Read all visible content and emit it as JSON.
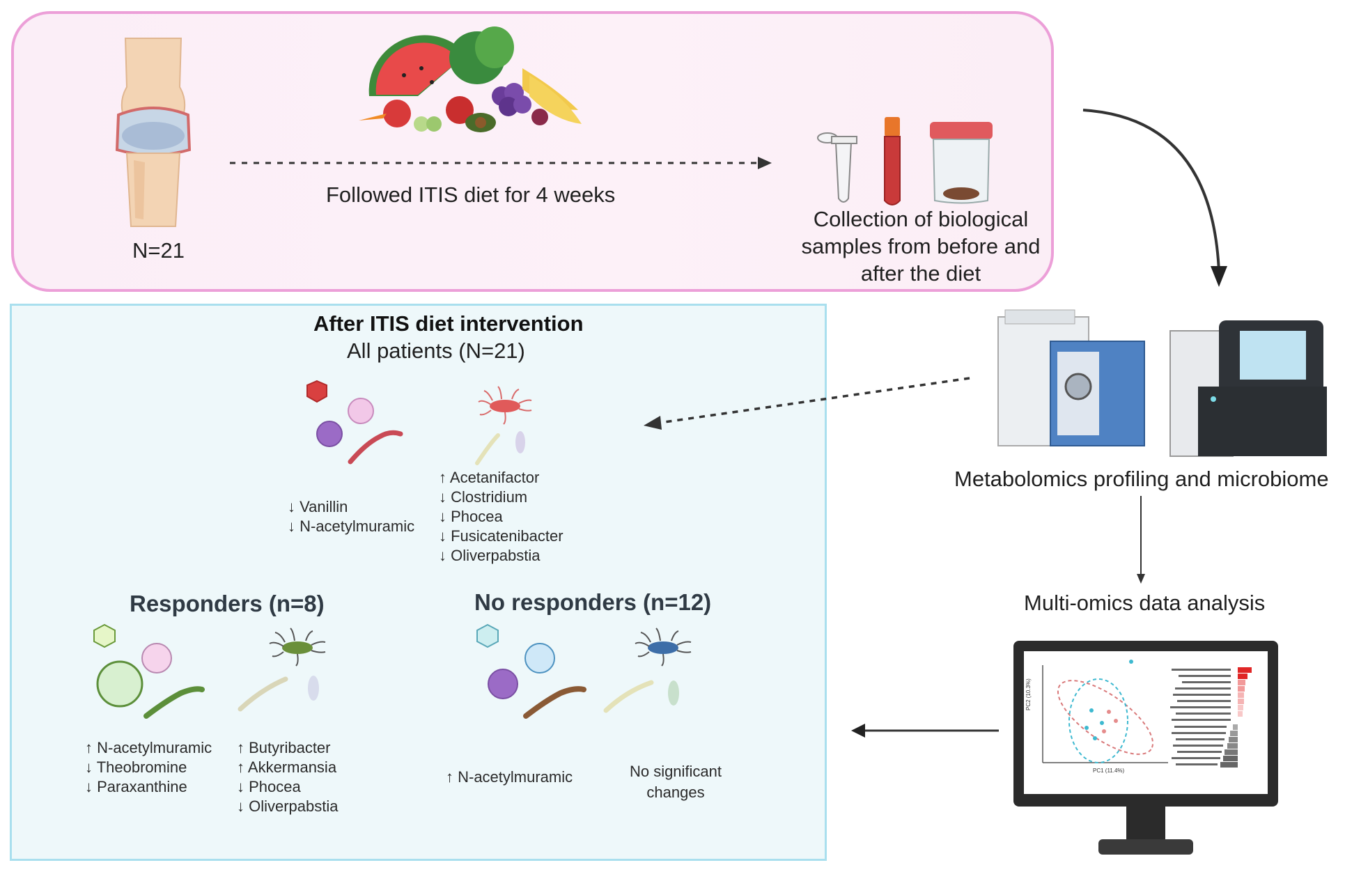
{
  "top_panel": {
    "n_label": "N=21",
    "diet_label": "Followed ITIS diet for 4 weeks",
    "collection_label": [
      "Collection of biological",
      "samples from before and",
      "after the diet"
    ]
  },
  "right_panel": {
    "profiling_label": "Metabolomics profiling and microbiome",
    "analysis_label": "Multi-omics data analysis"
  },
  "results_panel": {
    "title": "After ITIS diet intervention",
    "subtitle": "All patients (N=21)",
    "all_metabolites": [
      "↓ Vanillin",
      "↓ N-acetylmuramic"
    ],
    "all_bacteria": [
      "↑ Acetanifactor",
      "↓ Clostridium",
      "↓ Phocea",
      "↓ Fusicatenibacter",
      "↓ Oliverpabstia"
    ],
    "responders": {
      "title": "Responders (n=8)",
      "metabolites": [
        "↑ N-acetylmuramic",
        "↓ Theobromine",
        "↓ Paraxanthine"
      ],
      "bacteria": [
        "↑ Butyribacter",
        "↑ Akkermansia",
        "↓ Phocea",
        "↓ Oliverpabstia"
      ]
    },
    "no_responders": {
      "title": "No responders (n=12)",
      "metabolites": [
        "↑ N-acetylmuramic"
      ],
      "bacteria": [
        "No significant",
        "changes"
      ]
    }
  },
  "monitor_plot": {
    "xlabel": "PC1 (11.4%)",
    "ylabel": "PC2 (10.3%)"
  },
  "colors": {
    "top_border": "#ec9fd8",
    "bottom_border": "#a9dfee",
    "responder_green": "#5c8f3a",
    "nonresponder_blue": "#3d6ea8",
    "metabolite_purple": "#9b6bc6"
  }
}
